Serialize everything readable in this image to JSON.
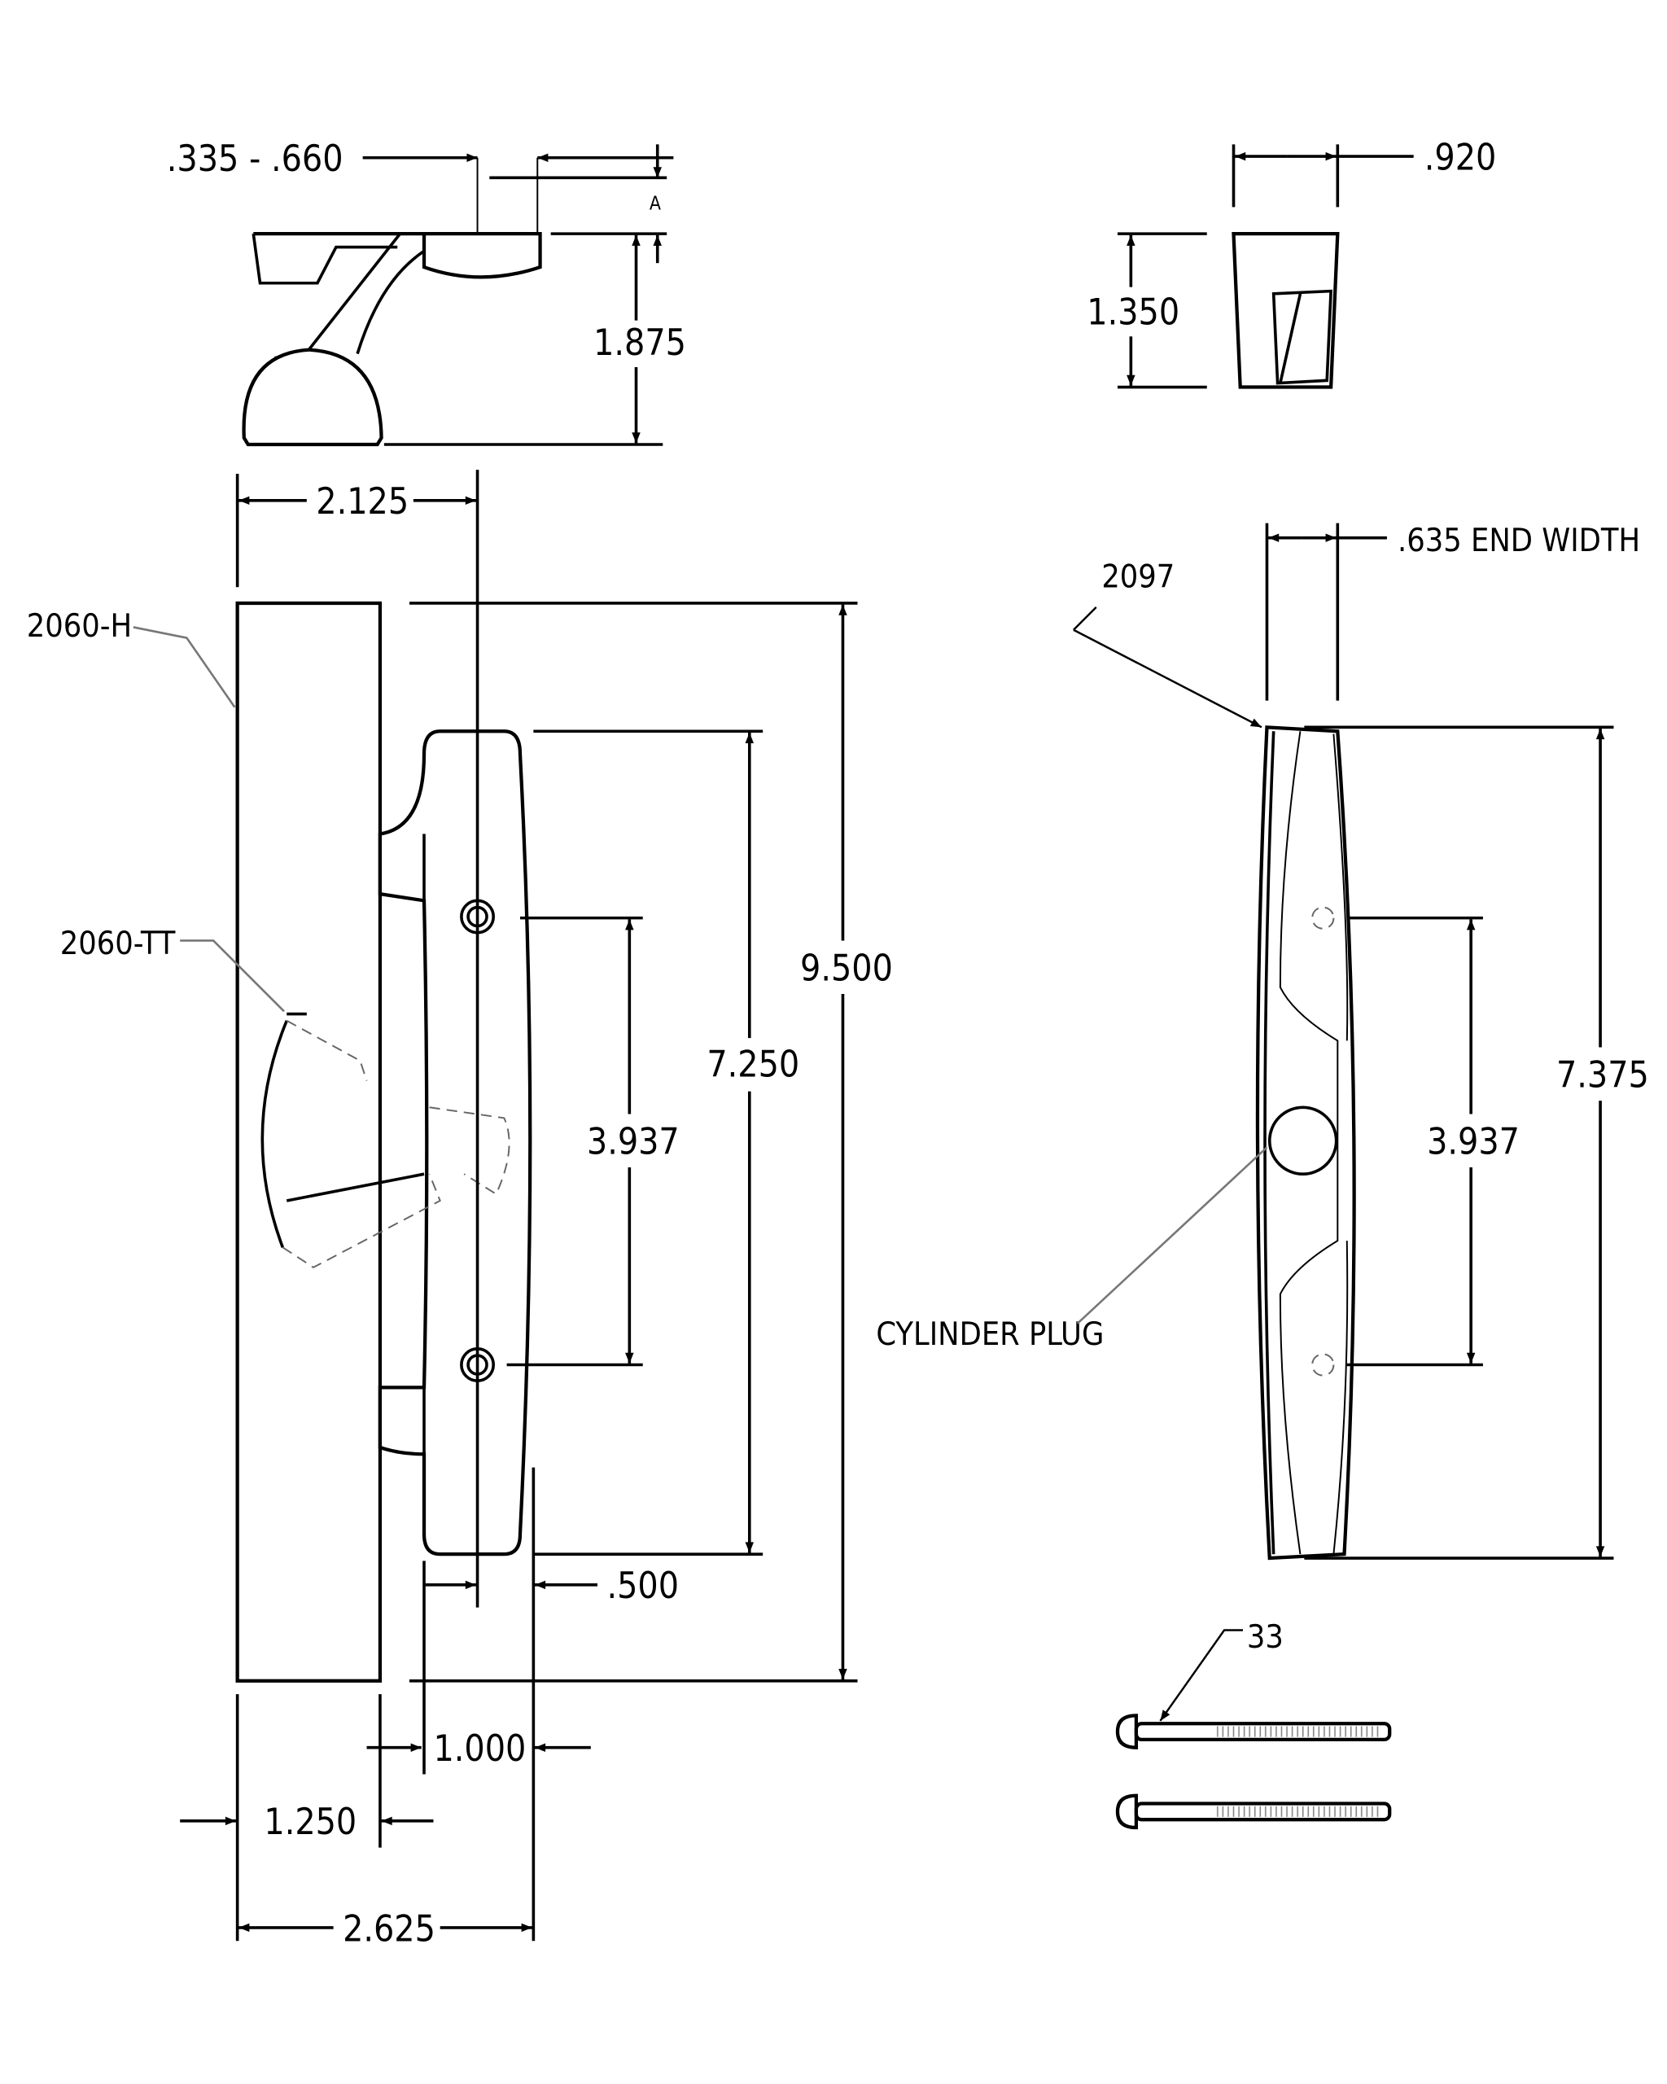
{
  "drawing": {
    "part_labels": {
      "handle": "2060-H",
      "thumb_turn": "2060-TT",
      "inside_pull": "2097",
      "cylinder_plug": "CYLINDER PLUG",
      "screw": "33"
    },
    "dimensions": {
      "thickness_range": ".335 - .660",
      "thickness_ref": "A",
      "projection": "1.875",
      "top_width": ".920",
      "top_height": "1.350",
      "handle_offset": "2.125",
      "overall_height": "9.500",
      "handle_length": "7.250",
      "hole_spacing_left": "3.937",
      "grip_width": ".500",
      "gap": "1.000",
      "plate_width": "1.250",
      "overall_width": "2.625",
      "end_width": ".635 END WIDTH",
      "pull_length": "7.375",
      "hole_spacing_right": "3.937"
    }
  }
}
